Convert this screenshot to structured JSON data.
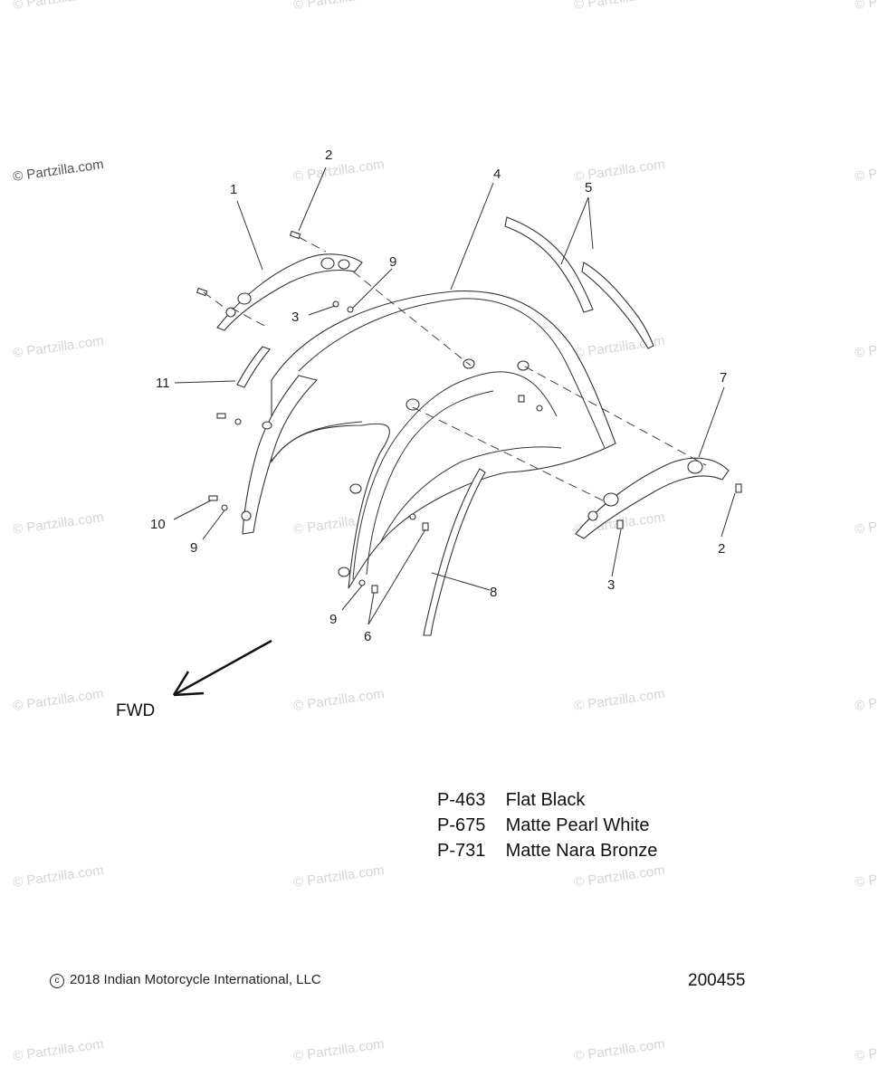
{
  "watermark": "© Partzilla.com",
  "callouts": [
    "1",
    "2",
    "3",
    "4",
    "5",
    "6",
    "7",
    "8",
    "9",
    "10",
    "11"
  ],
  "fwd_label": "FWD",
  "legend": [
    {
      "code": "P-463",
      "name": "Flat Black"
    },
    {
      "code": "P-675",
      "name": "Matte Pearl White"
    },
    {
      "code": "P-731",
      "name": "Matte Nara Bronze"
    }
  ],
  "copyright": "2018 Indian Motorcycle International, LLC",
  "copyright_symbol": "c",
  "doc_number": "200455"
}
